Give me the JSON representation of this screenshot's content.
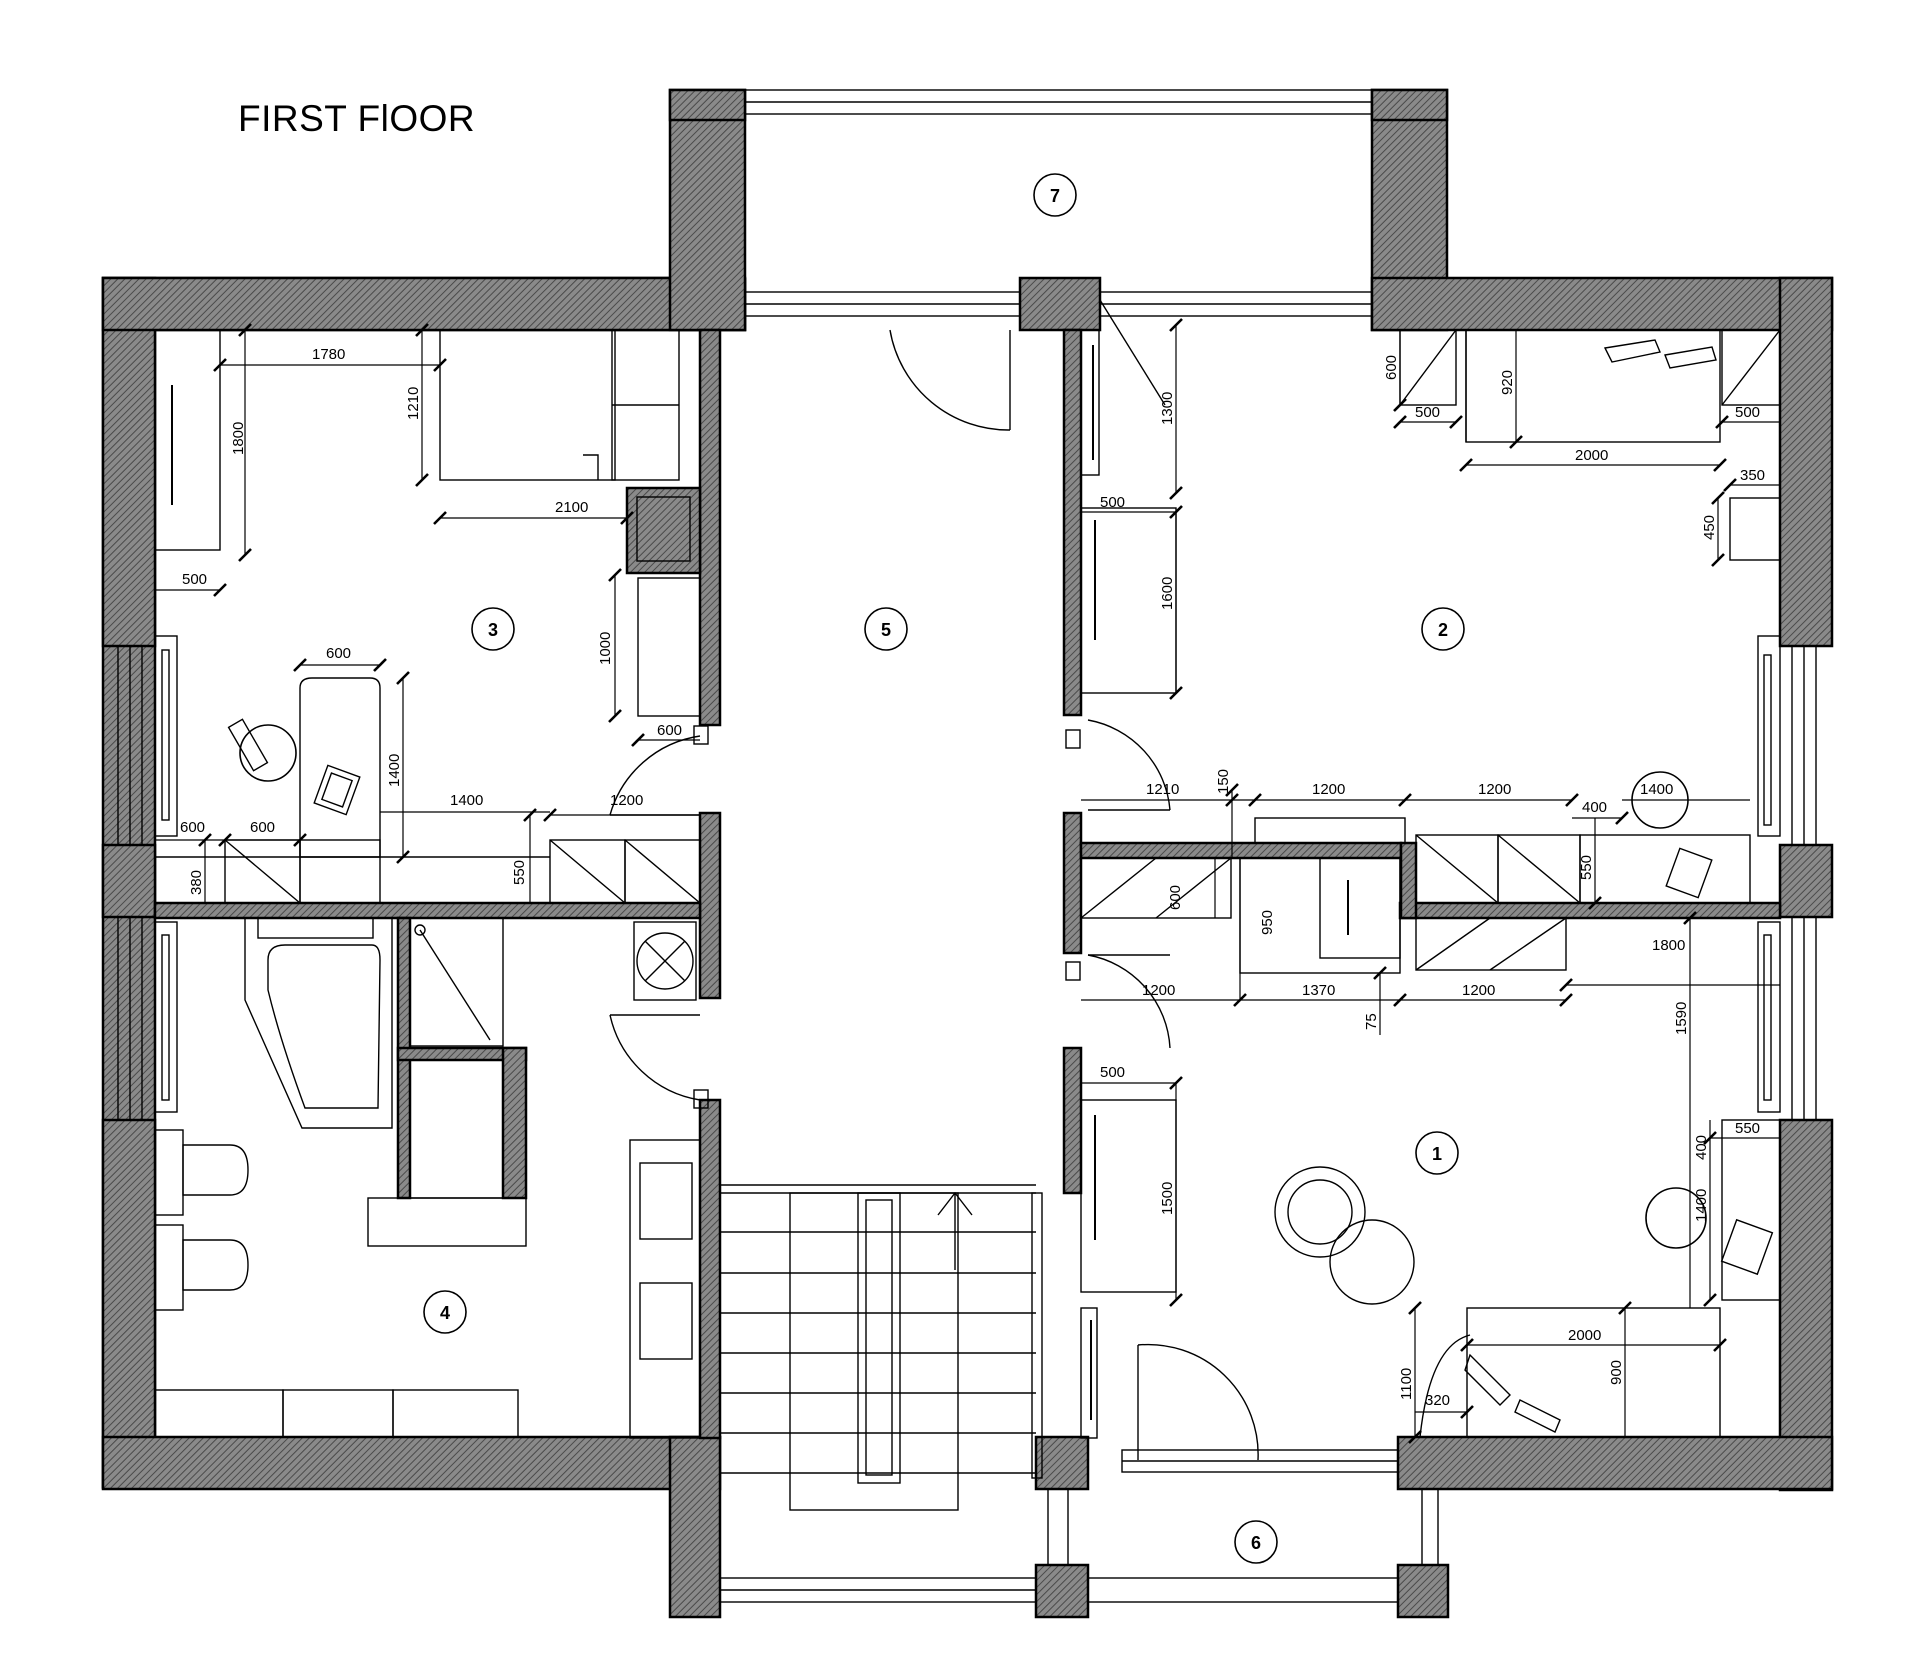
{
  "title": "FIRST FlOOR",
  "rooms": [
    "1",
    "2",
    "3",
    "4",
    "5",
    "6",
    "7"
  ],
  "dimensions": {
    "r3_1780": "1780",
    "r3_1800": "1800",
    "r3_1210": "1210",
    "r3_2100": "2100",
    "r3_500": "500",
    "r3_600_desk": "600",
    "r3_1400_v": "1400",
    "r3_1000": "1000",
    "r3_600_door": "600",
    "r3_1200": "1200",
    "r3_1400_h": "1400",
    "r3_600_a": "600",
    "r3_600_b": "600",
    "r3_380": "380",
    "r3_550": "550",
    "r2_600": "600",
    "r2_920": "920",
    "r2_500_a": "500",
    "r2_500_b": "500",
    "r2_2000": "2000",
    "r2_350": "350",
    "r2_450": "450",
    "r2_1300": "1300",
    "r2_500_w": "500",
    "r2_1600": "1600",
    "r2_1210": "1210",
    "r2_150": "150",
    "r2_1200_a": "1200",
    "r2_1200_b": "1200",
    "r2_400": "400",
    "r2_1400": "1400",
    "r2_550": "550",
    "r1_600": "600",
    "r1_950": "950",
    "r1_1200_a": "1200",
    "r1_1370": "1370",
    "r1_1200_b": "1200",
    "r1_75": "75",
    "r1_1800": "1800",
    "r1_1590": "1590",
    "r1_500": "500",
    "r1_1500": "1500",
    "r1_550": "550",
    "r1_400": "400",
    "r1_1400": "1400",
    "r1_2000": "2000",
    "r1_900": "900",
    "r1_1100": "1100",
    "r1_320": "320"
  }
}
